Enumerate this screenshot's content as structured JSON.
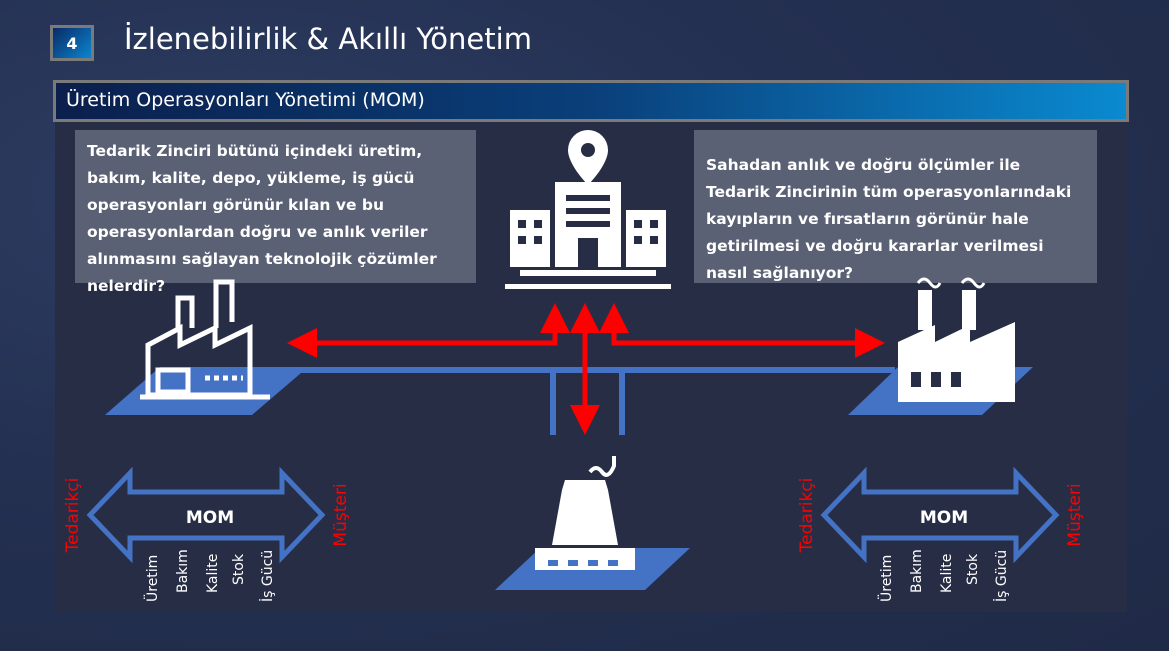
{
  "slide_number": "4",
  "title": "İzlenebilirlik & Akıllı Yönetim",
  "section": "Üretim Operasyonları Yönetimi (MOM)",
  "left_question": "Tedarik Zinciri bütünü içindeki üretim, bakım, kalite, depo, yükleme, iş gücü operasyonları görünür kılan ve bu operasyonlardan doğru ve anlık veriler alınmasını sağlayan teknolojik çözümler nelerdir?",
  "right_question": "Sahadan anlık ve doğru ölçümler ile Tedarik Zincirinin tüm operasyonlarındaki kayıpların ve fırsatların görünür hale getirilmesi ve doğru kararlar verilmesi nasıl sağlanıyor?",
  "flow": {
    "left_label": "Tedarikçi",
    "right_label": "Müşteri",
    "center_label": "MOM",
    "items": [
      "Üretim",
      "Bakım",
      "Kalite",
      "Stok",
      "İş Gücü"
    ]
  },
  "colors": {
    "accent_blue": "#4472c4",
    "arrow_red": "#ff0000"
  }
}
